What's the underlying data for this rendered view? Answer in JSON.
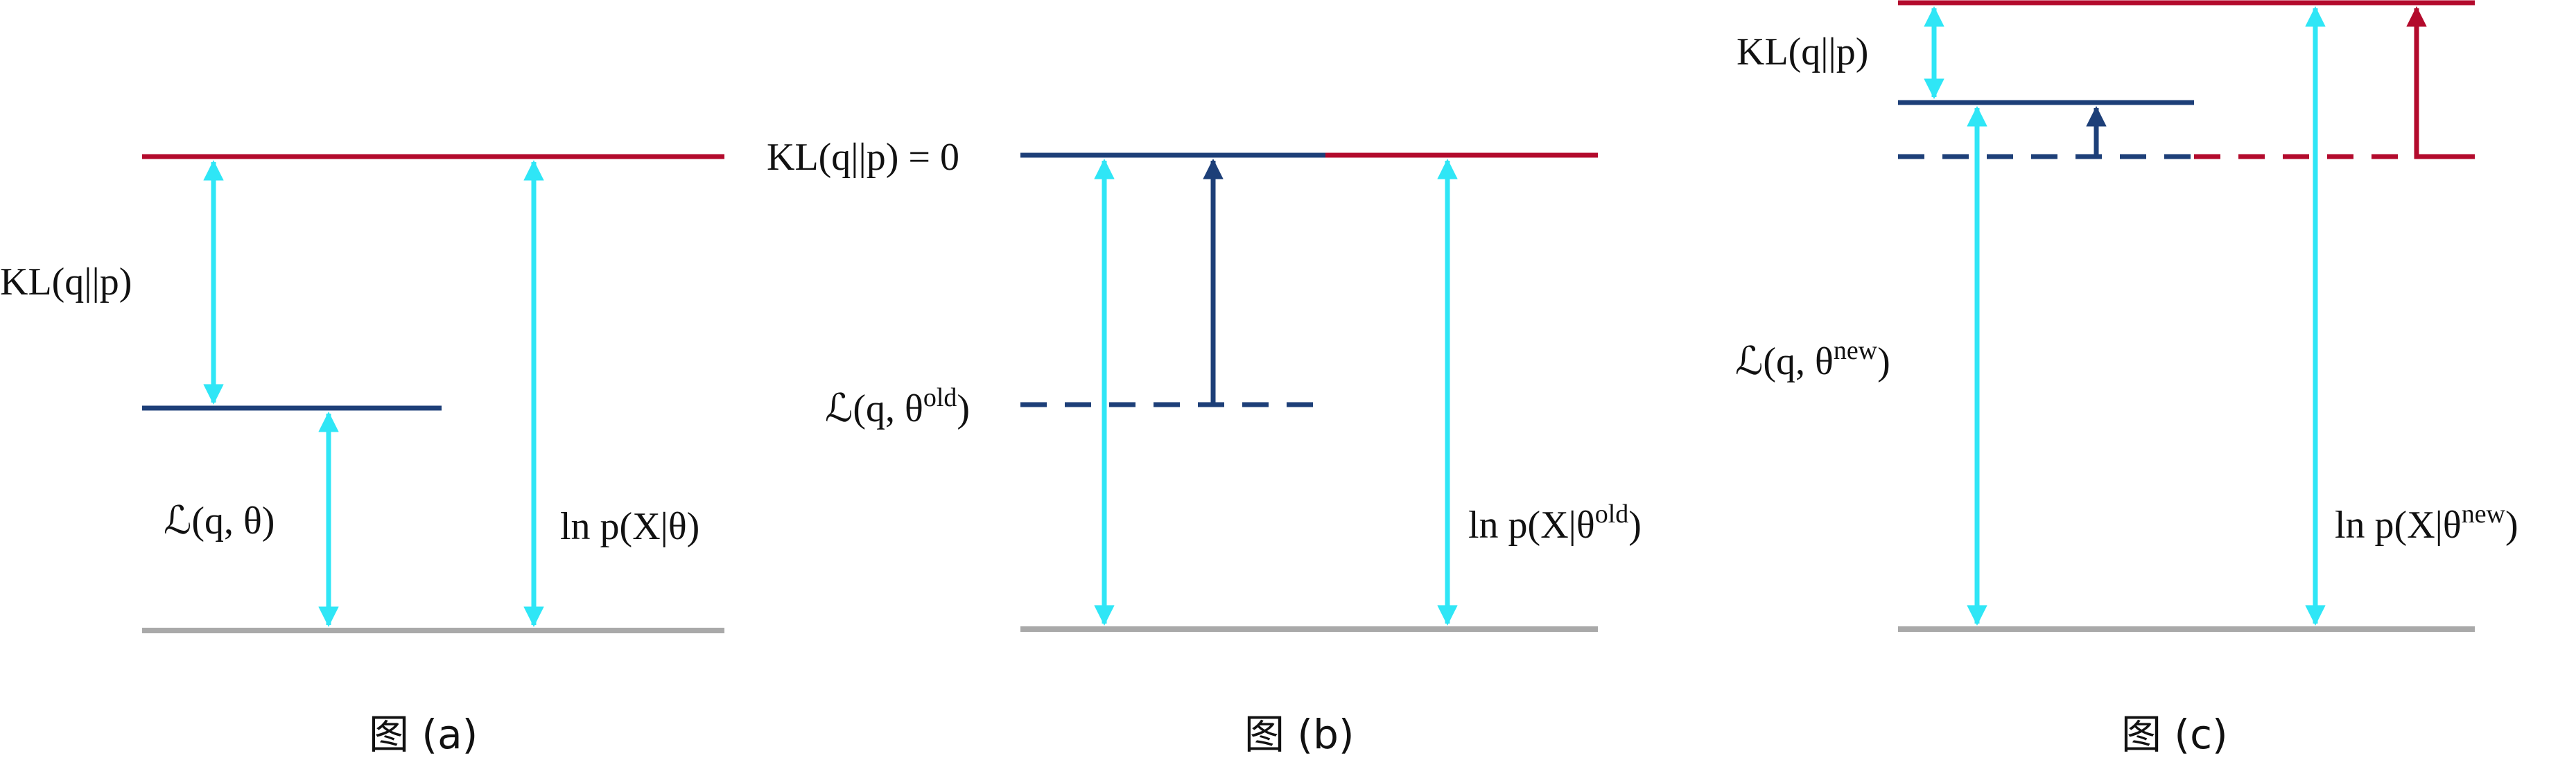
{
  "colors": {
    "kl_line": "#b30a2c",
    "lower_bound_line": "#1d3f78",
    "arrow_cyan": "#2fe6f6",
    "arrow_navy": "#1d3f78",
    "arrow_red": "#b30a2c",
    "baseline": "#a9a9a9"
  },
  "panels": [
    {
      "caption": "图 (a)",
      "kl_label": "KL(q||p)",
      "bound_label": "ℒ(q, θ)",
      "loglik_label": "ln p(X|θ)"
    },
    {
      "caption": "图 (b)",
      "kl_label": "KL(q||p) = 0",
      "bound_label": "ℒ(q, θ",
      "bound_sup": "old",
      "loglik_label": "ln p(X|θ",
      "loglik_sup": "old"
    },
    {
      "caption": "图 (c)",
      "kl_label": "KL(q||p)",
      "bound_label": "ℒ(q, θ",
      "bound_sup": "new",
      "loglik_label": "ln p(X|θ",
      "loglik_sup": "new"
    }
  ]
}
